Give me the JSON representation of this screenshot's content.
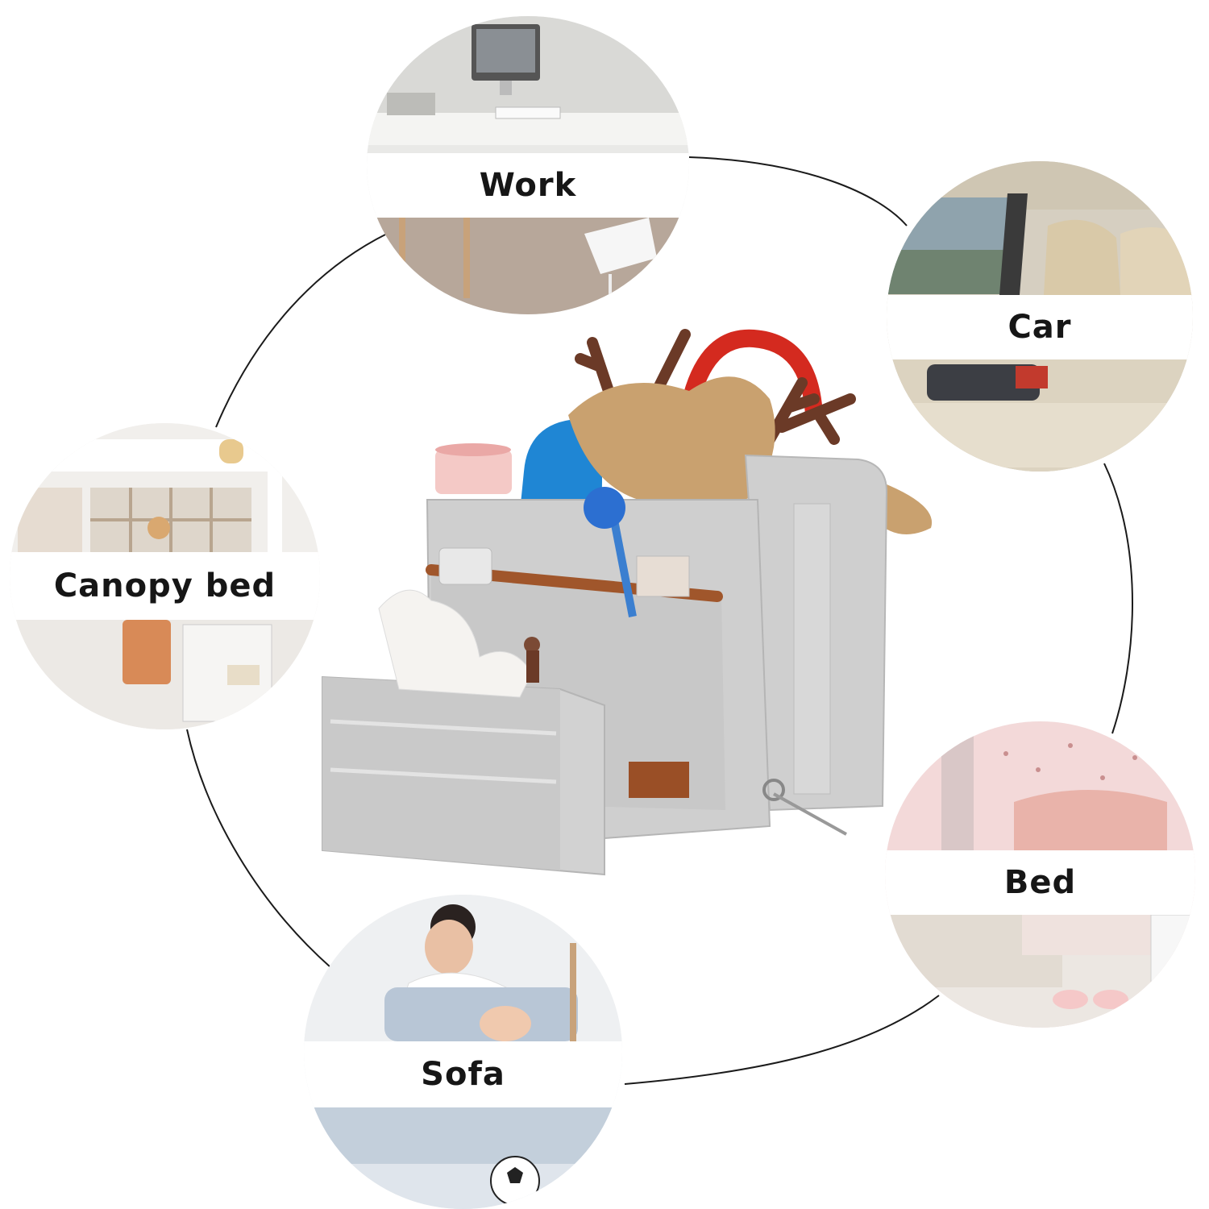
{
  "scenes": {
    "work": {
      "label": "Work"
    },
    "car": {
      "label": "Car"
    },
    "canopy_bed": {
      "label": "Canopy bed"
    },
    "bed": {
      "label": "Bed"
    },
    "sofa": {
      "label": "Sofa"
    }
  },
  "colors": {
    "felt": "#cfcfcf",
    "leather_trim": "#a0562b",
    "connector_line": "#1a1a1a"
  }
}
